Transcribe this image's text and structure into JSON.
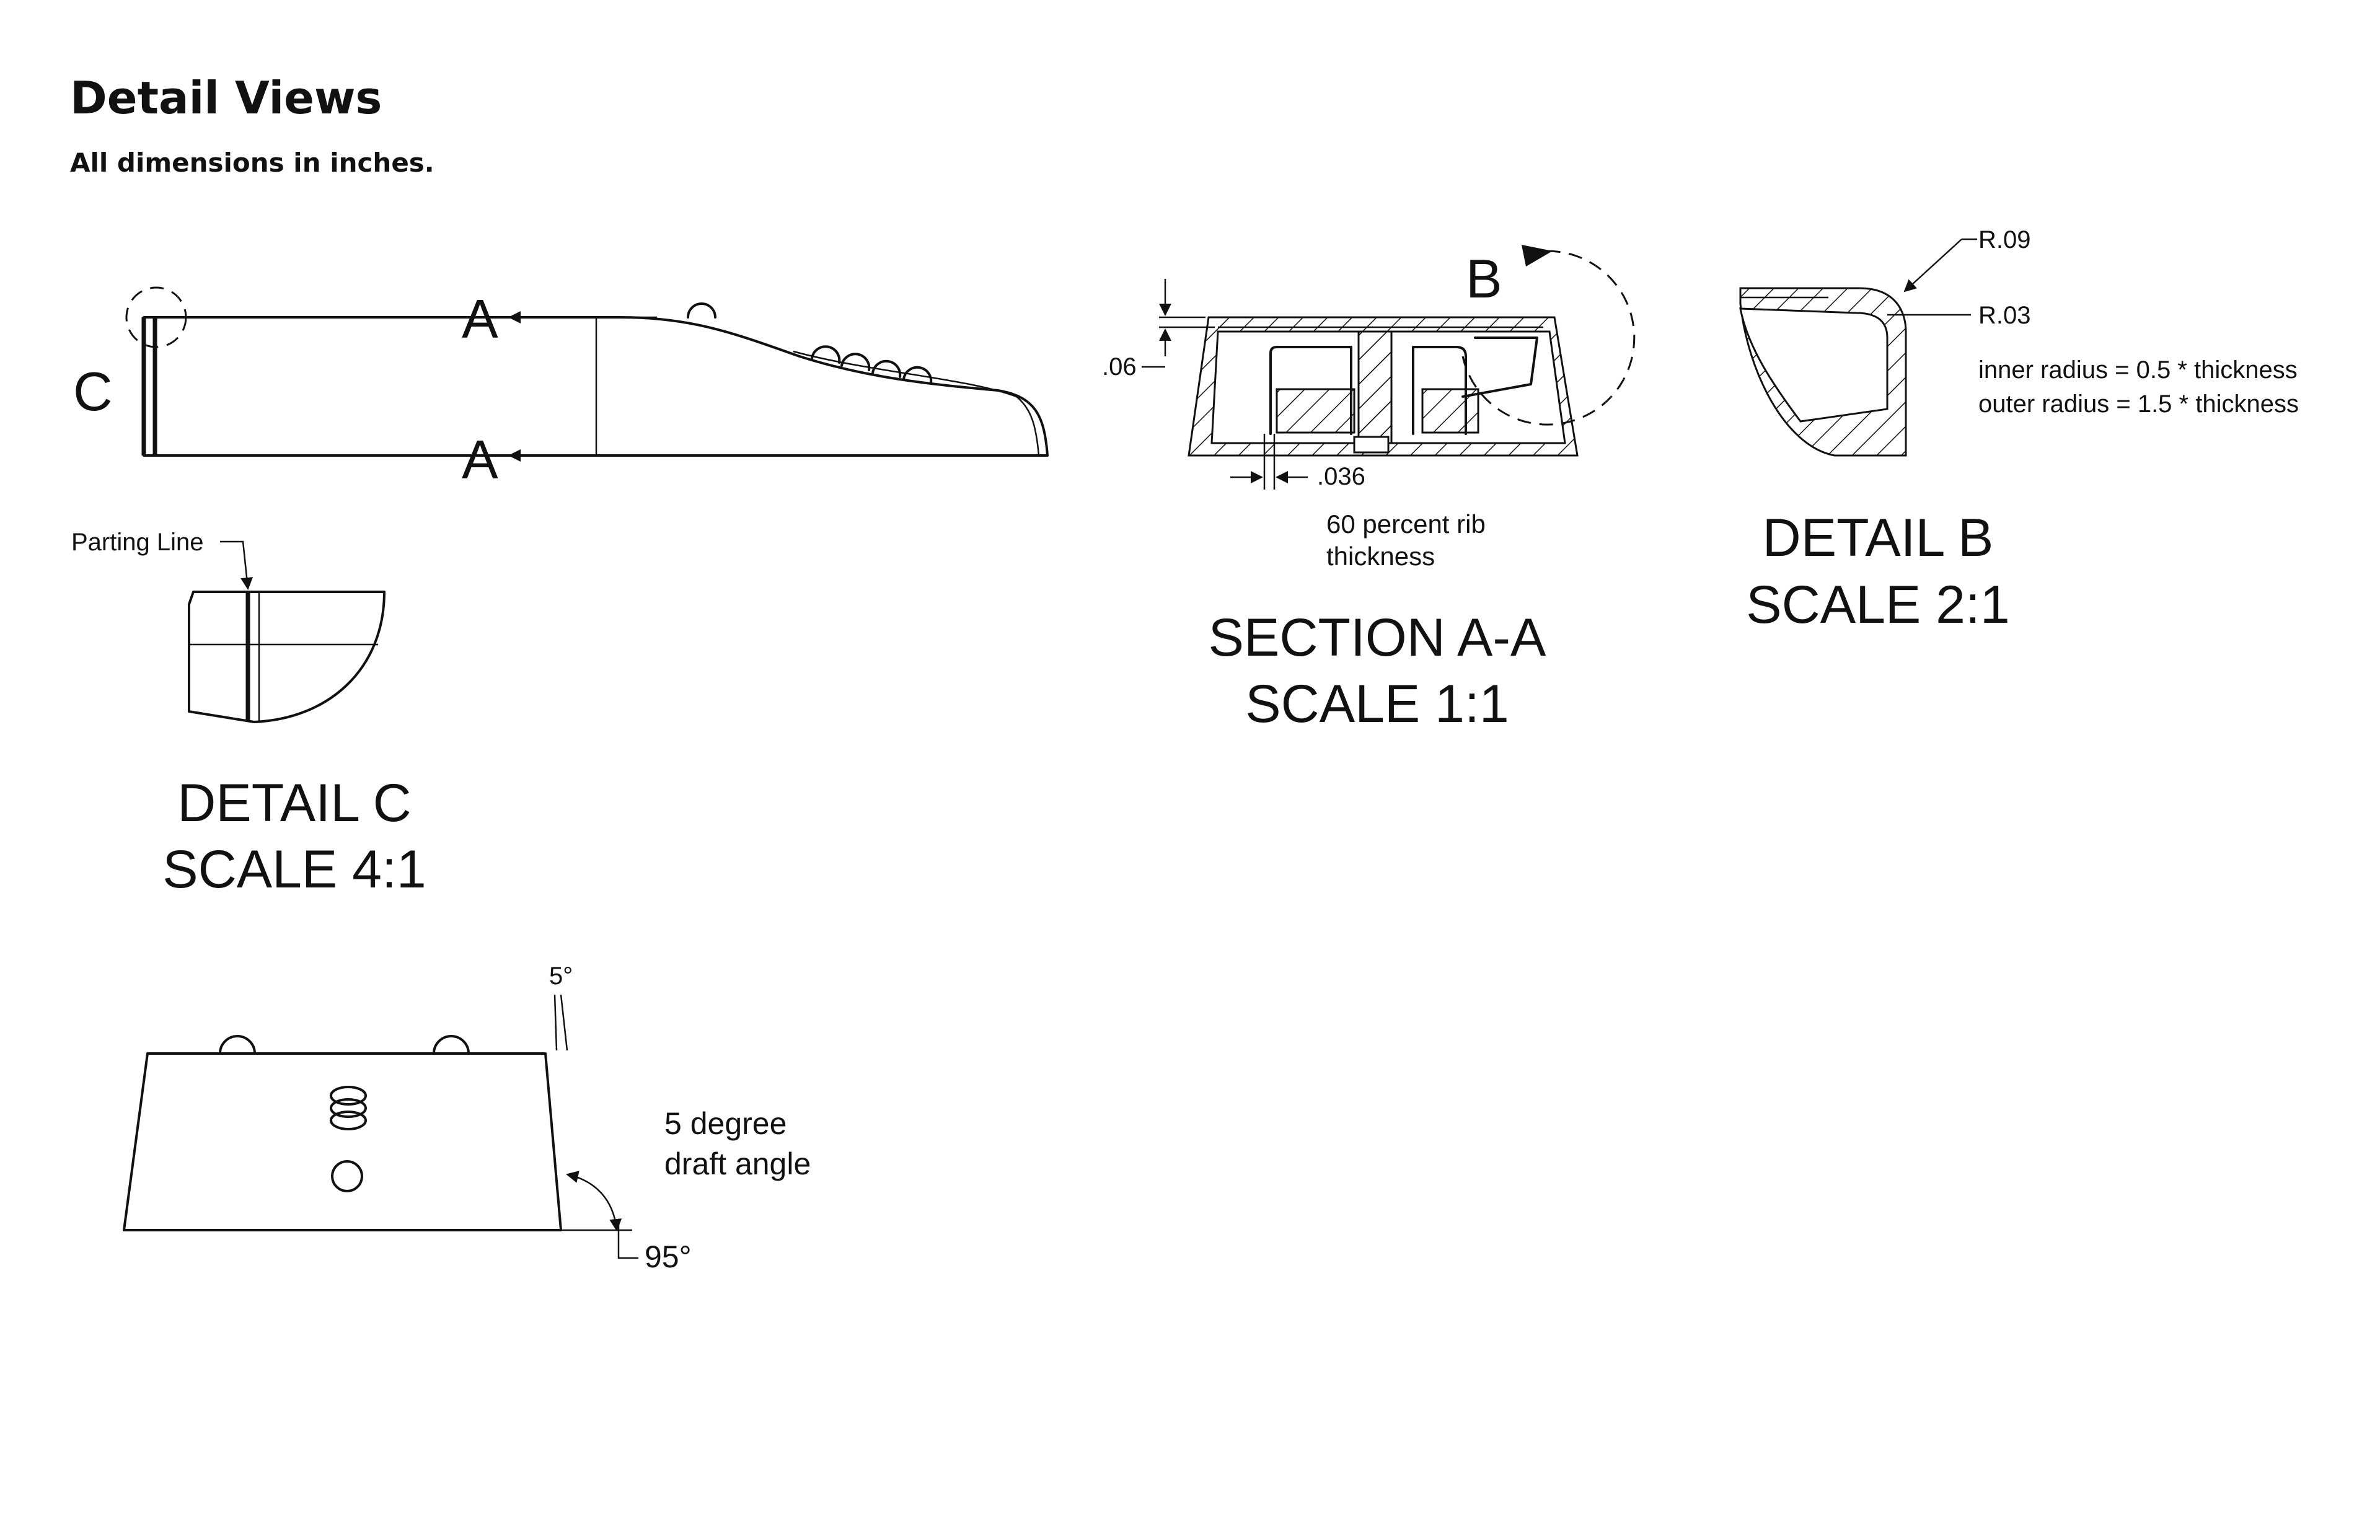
{
  "header": {
    "title": "Detail Views",
    "subtitle": "All dimensions in inches."
  },
  "side_view": {
    "detail_callout": "C",
    "section_label_top": "A",
    "section_label_bottom": "A"
  },
  "detail_c": {
    "parting_line_label": "Parting Line",
    "title_line1": "DETAIL C",
    "title_line2": "SCALE 4:1"
  },
  "section_aa": {
    "detail_callout": "B",
    "dim_wall": ".06",
    "dim_rib": ".036",
    "note_line1": "60 percent rib",
    "note_line2": "thickness",
    "title_line1": "SECTION A-A",
    "title_line2": "SCALE 1:1"
  },
  "detail_b": {
    "outer_radius_label": "R.09",
    "inner_radius_label": "R.03",
    "note_line1": "inner radius = 0.5 * thickness",
    "note_line2": "outer radius = 1.5 * thickness",
    "title_line1": "DETAIL B",
    "title_line2": "SCALE 2:1"
  },
  "end_view": {
    "angle_top": "5°",
    "note_line1": "5 degree",
    "note_line2": "draft angle",
    "angle_bottom": "95°"
  }
}
